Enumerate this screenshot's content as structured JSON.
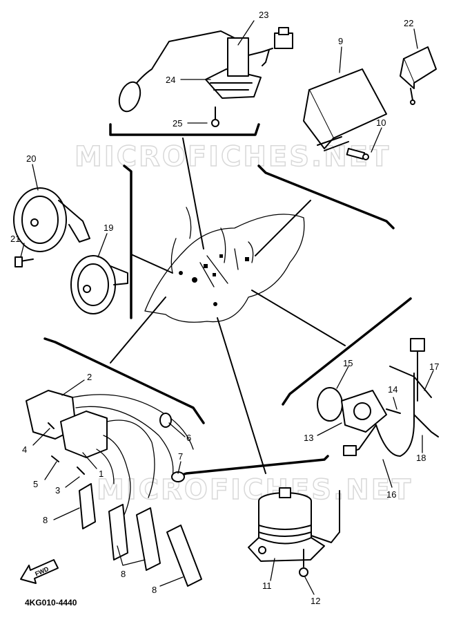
{
  "watermark": "MICROFICHES.NET",
  "reference_code": "4KG010-4440",
  "forward_label": "FWD",
  "callouts": [
    {
      "id": "c1",
      "label": "1"
    },
    {
      "id": "c2",
      "label": "2"
    },
    {
      "id": "c3",
      "label": "3"
    },
    {
      "id": "c4",
      "label": "4"
    },
    {
      "id": "c5",
      "label": "5"
    },
    {
      "id": "c6",
      "label": "6"
    },
    {
      "id": "c7",
      "label": "7"
    },
    {
      "id": "c8a",
      "label": "8"
    },
    {
      "id": "c8b",
      "label": "8"
    },
    {
      "id": "c8c",
      "label": "8"
    },
    {
      "id": "c9",
      "label": "9"
    },
    {
      "id": "c10",
      "label": "10"
    },
    {
      "id": "c11",
      "label": "11"
    },
    {
      "id": "c12",
      "label": "12"
    },
    {
      "id": "c13",
      "label": "13"
    },
    {
      "id": "c14",
      "label": "14"
    },
    {
      "id": "c15",
      "label": "15"
    },
    {
      "id": "c16",
      "label": "16"
    },
    {
      "id": "c17",
      "label": "17"
    },
    {
      "id": "c18",
      "label": "18"
    },
    {
      "id": "c19",
      "label": "19"
    },
    {
      "id": "c20",
      "label": "20"
    },
    {
      "id": "c21",
      "label": "21"
    },
    {
      "id": "c22",
      "label": "22"
    },
    {
      "id": "c23",
      "label": "23"
    },
    {
      "id": "c24",
      "label": "24"
    },
    {
      "id": "c25",
      "label": "25"
    }
  ]
}
